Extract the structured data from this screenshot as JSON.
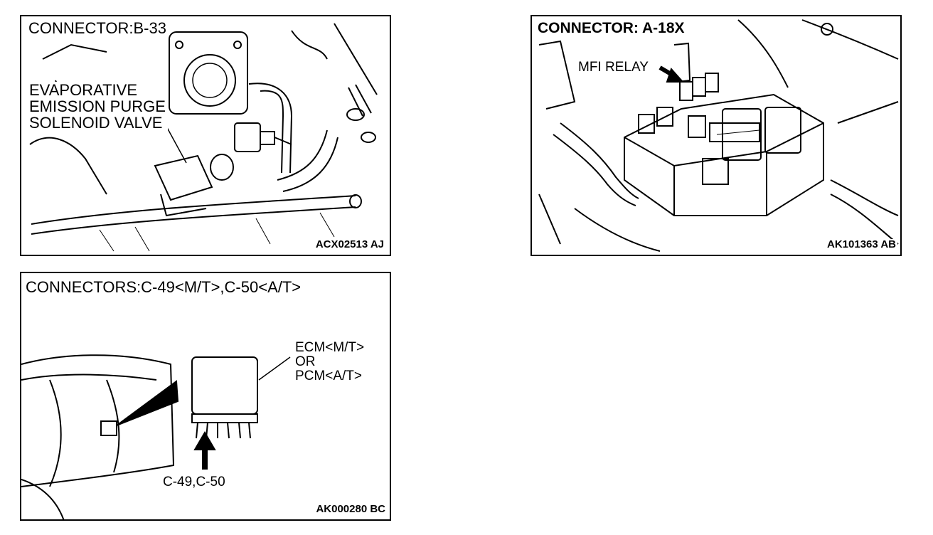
{
  "panels": [
    {
      "title": "CONNECTOR:B-33",
      "callout": [
        "EVAPORATIVE",
        "EMISSION PURGE",
        "SOLENOID VALVE"
      ],
      "code": "ACX02513 AJ"
    },
    {
      "title": "CONNECTOR: A-18X",
      "callout": [
        "MFI RELAY"
      ],
      "code": "AK101363 AB"
    },
    {
      "title": "CONNECTORS:C-49<M/T>,C-50<A/T>",
      "callout": [
        "ECM<M/T>",
        "OR",
        "PCM<A/T>"
      ],
      "sub_callout": "C-49,C-50",
      "code": "AK000280 BC"
    }
  ]
}
